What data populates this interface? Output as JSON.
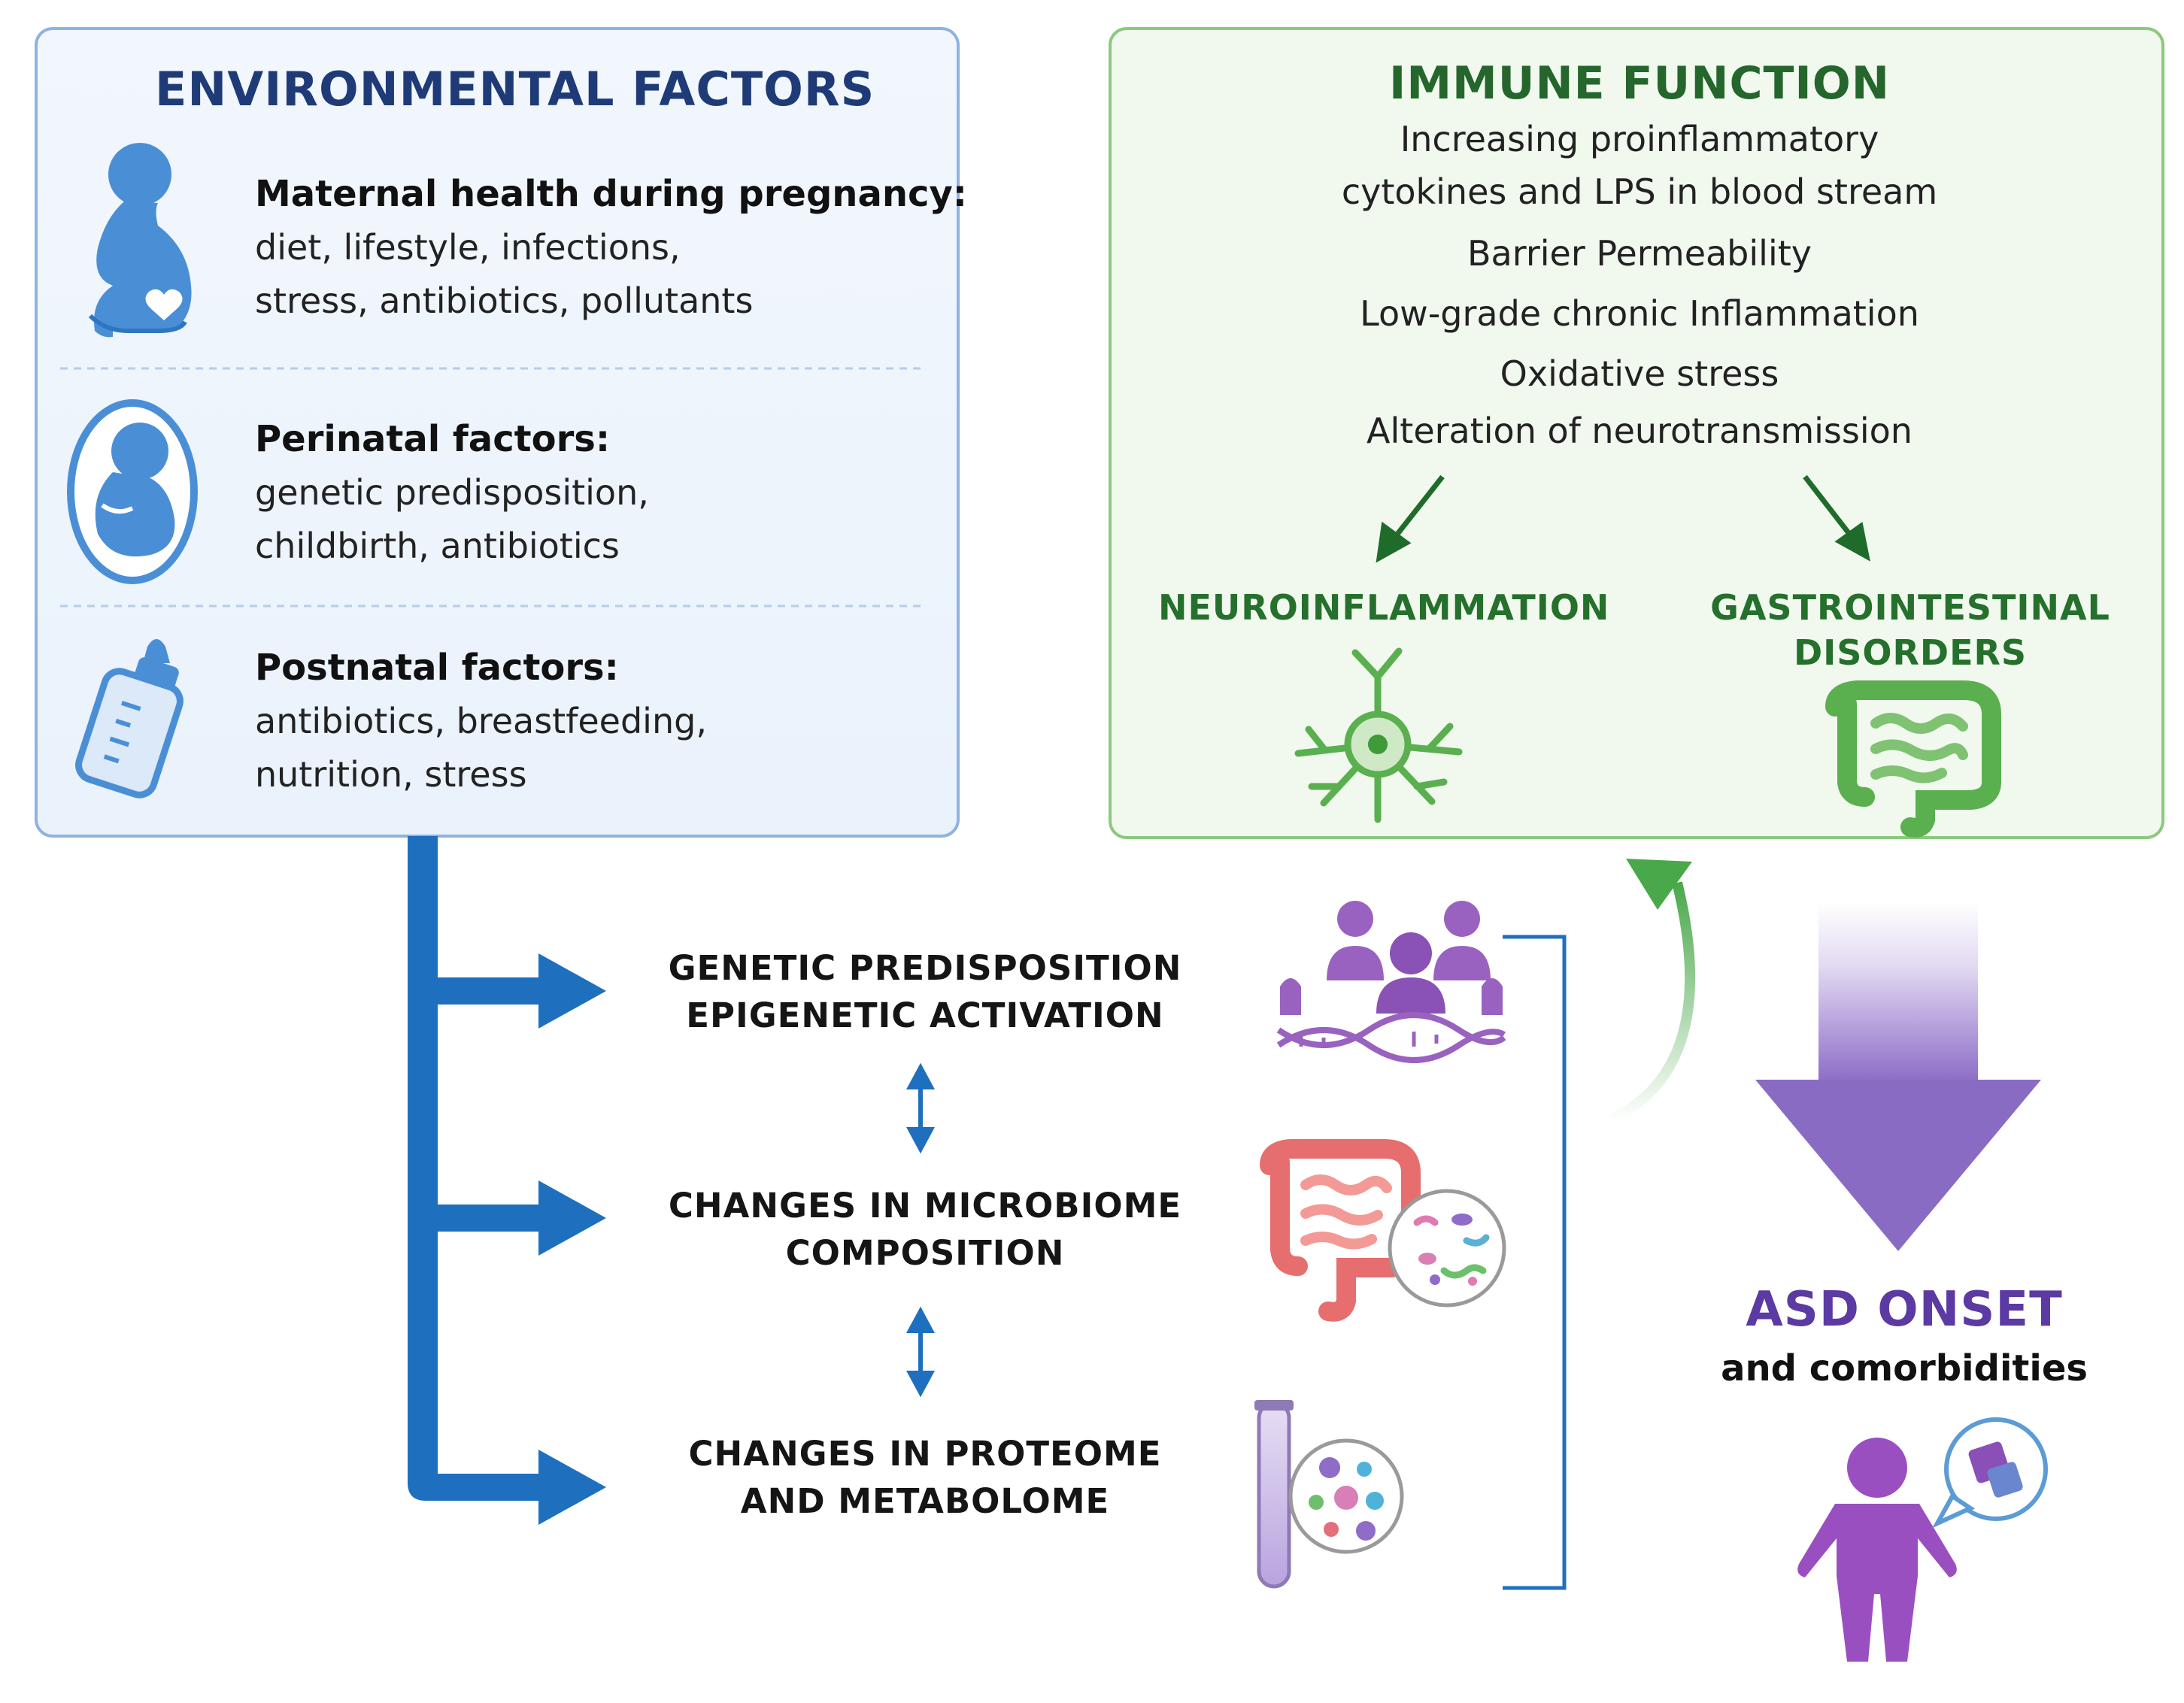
{
  "environmental": {
    "title": "ENVIRONMENTAL FACTORS",
    "items": [
      {
        "heading": "Maternal health during pregnancy:",
        "lines": [
          "diet, lifestyle, infections,",
          "stress, antibiotics, pollutants"
        ],
        "icon": "pregnant-woman-icon"
      },
      {
        "heading": "Perinatal factors:",
        "lines": [
          "genetic predisposition,",
          "childbirth, antibiotics"
        ],
        "icon": "fetus-icon"
      },
      {
        "heading": "Postnatal factors:",
        "lines": [
          "antibiotics, breastfeeding,",
          "nutrition, stress"
        ],
        "icon": "baby-bottle-icon"
      }
    ]
  },
  "immune": {
    "title": "IMMUNE FUNCTION",
    "lines": [
      "Increasing proinflammatory",
      "cytokines and LPS in blood stream",
      "Barrier Permeability",
      "Low-grade chronic Inflammation",
      "Oxidative stress",
      "Alteration of neurotransmission"
    ],
    "outcomes": [
      {
        "lines": [
          "NEUROINFLAMMATION"
        ],
        "icon": "neuron-icon"
      },
      {
        "lines": [
          "GASTROINTESTINAL",
          "DISORDERS"
        ],
        "icon": "intestine-icon"
      }
    ]
  },
  "changes": [
    {
      "lines": [
        "GENETIC PREDISPOSITION",
        "EPIGENETIC ACTIVATION"
      ],
      "icon": "people-dna-icon"
    },
    {
      "lines": [
        "CHANGES IN MICROBIOME",
        "COMPOSITION"
      ],
      "icon": "intestine-microbes-icon"
    },
    {
      "lines": [
        "CHANGES IN PROTEOME",
        "AND METABOLOME"
      ],
      "icon": "test-tube-molecules-icon"
    }
  ],
  "asd": {
    "title": "ASD ONSET",
    "subtitle": "and comorbidities",
    "icon": "child-puzzle-icon"
  },
  "colors": {
    "env_blue": "#1f6fbf",
    "env_title": "#1f3b77",
    "immune_green": "#25662c",
    "asd_purple": "#5b3aa3"
  }
}
